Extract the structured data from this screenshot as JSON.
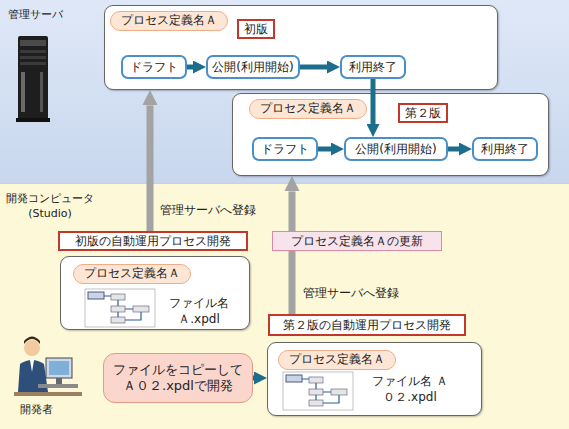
{
  "diagram": {
    "nodes": [
      {
        "text": [
          "管理サーバ"
        ]
      },
      {
        "text": [],
        "in": 0
      },
      {
        "text": [
          "プロセス定義名Ａ"
        ],
        "in": 1
      },
      {
        "text": [
          "初版"
        ],
        "in": 1
      },
      {
        "text": [
          "ドラフト"
        ],
        "in": 1
      },
      {
        "text": [
          "公開(利用開始)"
        ],
        "in": 1
      },
      {
        "text": [
          "利用終了"
        ],
        "in": 1
      },
      {
        "text": [],
        "in": 0
      },
      {
        "text": [
          "プロセス定義名Ａ"
        ],
        "in": 7
      },
      {
        "text": [
          "第２版"
        ],
        "in": 7
      },
      {
        "text": [
          "ドラフト"
        ],
        "in": 7
      },
      {
        "text": [
          "公開(利用開始)"
        ],
        "in": 7
      },
      {
        "text": [
          "利用終了"
        ],
        "in": 7
      },
      {
        "text": [
          "開発コンピュータ (Studio)"
        ]
      },
      {
        "text": [
          "初版の自動運用プロセス開発"
        ],
        "in": 13
      },
      {
        "text": [
          "ファイル名 Ａ.xpdl"
        ],
        "in": 13
      },
      {
        "text": [
          "プロセス定義名Ａ"
        ],
        "in": 15
      },
      {
        "text": [
          "プロセス定義名Ａの更新"
        ],
        "in": 13
      },
      {
        "text": [
          "第２版の自動運用プロセス開発"
        ],
        "in": 13
      },
      {
        "text": [
          "ファイルをコピーして Ａ０２.xpdlで開発"
        ],
        "in": 13
      },
      {
        "text": [
          "ファイル名 Ａ０２.xpdl"
        ],
        "in": 13
      },
      {
        "text": [
          "プロセス定義名Ａ"
        ],
        "in": 20
      }
    ],
    "edges": [
      {
        "from": 4,
        "to": 5,
        "arrow": "to"
      },
      {
        "from": 5,
        "to": 6,
        "arrow": "to"
      },
      {
        "from": 6,
        "to": 11,
        "arrow": "to"
      },
      {
        "from": 10,
        "to": 11,
        "arrow": "to"
      },
      {
        "from": 11,
        "to": 12,
        "arrow": "to"
      },
      {
        "from": 14,
        "to": 1,
        "label": "管理サーバへ登録",
        "arrow": "to"
      },
      {
        "from": 18,
        "to": 7,
        "label": "管理サーバへ登録",
        "arrow": "to"
      },
      {
        "from": 19,
        "to": 20,
        "arrow": "to"
      }
    ],
    "labels": [
      "開発者"
    ]
  }
}
